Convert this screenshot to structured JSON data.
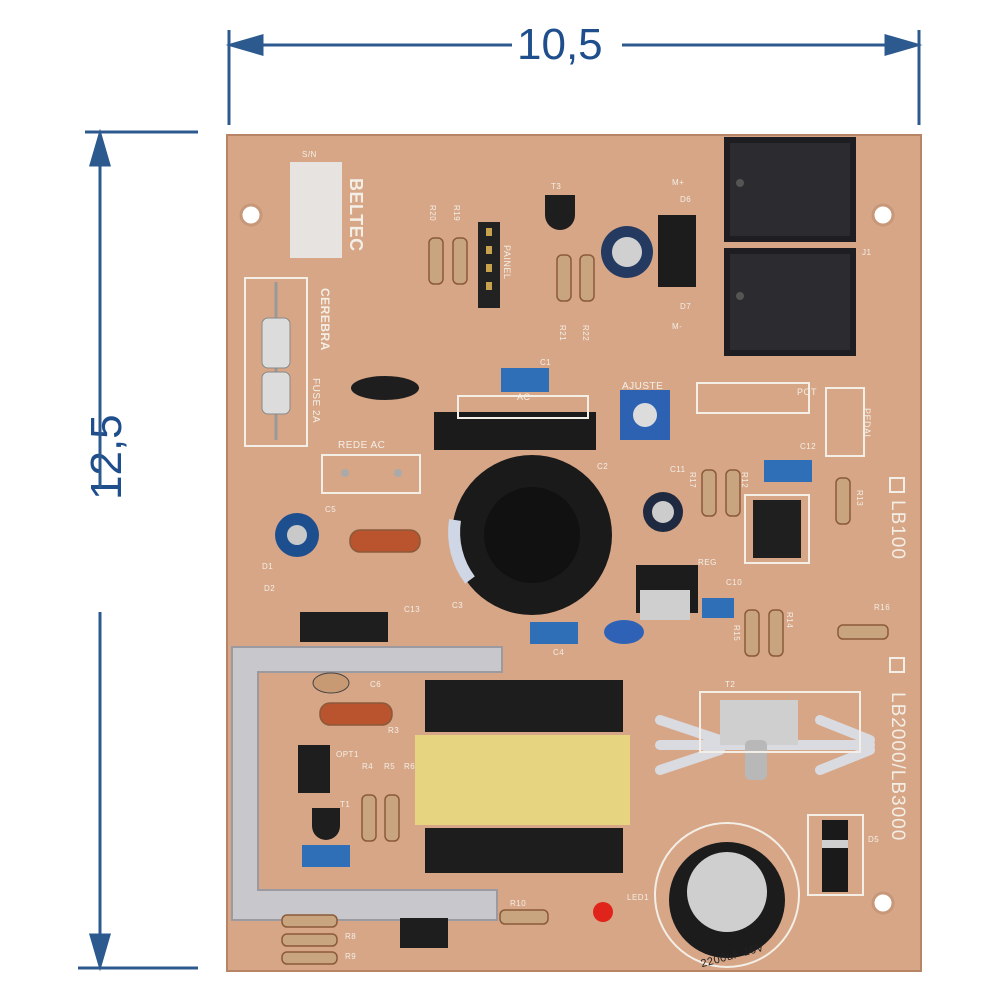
{
  "dimensions": {
    "width": "10,5",
    "height": "12,5"
  },
  "colors": {
    "dimension_lines": "#2c5a8f",
    "pcb": "#d9a98a",
    "silkscreen": "#f3efe6"
  },
  "pcb_markings": {
    "sn": "S/N",
    "brand": "BELTEC",
    "logo": "CEREBRA",
    "fuse": "FUSE 2A",
    "rede_ac": "REDE AC",
    "ac": "AC",
    "ajuste": "AJUSTE",
    "pot": "POT",
    "pedal": "PEDAL",
    "painel": "PAINEL",
    "model_1": "LB100",
    "model_2": "LB2000/LB3000",
    "capacitor_value": "2200uF 16V",
    "refs": {
      "r20": "R20",
      "r19": "R19",
      "r21": "R21",
      "r22": "R22",
      "r17": "R17",
      "r12": "R12",
      "r13": "R13",
      "r14": "R14",
      "r15": "R15",
      "r16": "R16",
      "r10": "R10",
      "r3": "R3",
      "r4": "R4",
      "r5": "R5",
      "r6": "R6",
      "r8": "R8",
      "r9": "R9",
      "c1": "C1",
      "c2": "C2",
      "c3": "C3",
      "c4": "C4",
      "c5": "C5",
      "c6": "C6",
      "c10": "C10",
      "c11": "C11",
      "c12": "C12",
      "c13": "C13",
      "d1": "D1",
      "d2": "D2",
      "d5": "D5",
      "d6": "D6",
      "d7": "D7",
      "t1": "T1",
      "t2": "T2",
      "t3": "T3",
      "j1": "J1",
      "opt1": "OPT1",
      "led1": "LED1",
      "reg": "REG",
      "m_plus": "M+",
      "m_minus": "M-"
    }
  }
}
